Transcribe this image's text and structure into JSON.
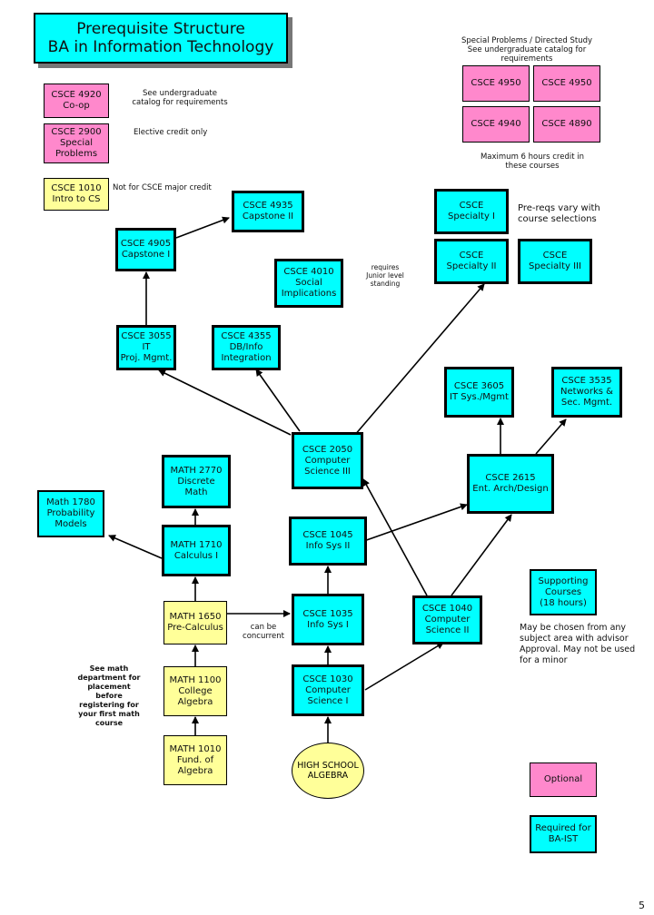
{
  "title": {
    "line1": "Prerequisite Structure",
    "line2": "BA in Information Technology"
  },
  "page_number": "5",
  "nodes": {
    "csce4920": "CSCE 4920\nCo-op",
    "csce2900": "CSCE 2900\nSpecial\nProblems",
    "csce1010": "CSCE 1010\nIntro to CS",
    "csce4935": "CSCE 4935\nCapstone II",
    "csce4905": "CSCE 4905\nCapstone I",
    "csce4010": "CSCE 4010\nSocial\nImplications",
    "csce3055": "CSCE 3055 IT\nProj. Mgmt.",
    "csce4355": "CSCE 4355\nDB/Info\nIntegration",
    "specialty1": "CSCE\nSpecialty I",
    "specialty2": "CSCE\nSpecialty II",
    "specialty3": "CSCE\nSpecialty III",
    "csce4950a": "CSCE 4950",
    "csce4950b": "CSCE 4950",
    "csce4940": "CSCE 4940",
    "csce4890": "CSCE 4890",
    "csce3605": "CSCE 3605\nIT Sys./Mgmt",
    "csce3535": "CSCE 3535\nNetworks &\nSec. Mgmt.",
    "csce2050": "CSCE 2050\nComputer\nScience III",
    "csce2615": "CSCE 2615\nEnt. Arch/Design",
    "math2770": "MATH 2770\nDiscrete\nMath",
    "math1780": "Math 1780\nProbability\nModels",
    "math1710": "MATH 1710\nCalculus I",
    "csce1045": "CSCE 1045\nInfo Sys II",
    "math1650": "MATH 1650\nPre-Calculus",
    "csce1035": "CSCE 1035\nInfo Sys I",
    "csce1040": "CSCE 1040\nComputer\nScience II",
    "math1100": "MATH 1100\nCollege\nAlgebra",
    "csce1030": "CSCE 1030\nComputer\nScience I",
    "math1010": "MATH 1010\nFund. of\nAlgebra",
    "hs_algebra": "HIGH SCHOOL\nALGEBRA",
    "supporting": "Supporting\nCourses\n(18 hours)"
  },
  "notes": {
    "co_op": "See undergraduate\ncatalog for requirements",
    "elective": "Elective credit only",
    "not_major": "Not for CSCE major credit",
    "special_header": "Special Problems / Directed Study\nSee undergraduate catalog for\nrequirements",
    "max_hours": "Maximum 6 hours credit in\nthese courses",
    "prereqs_vary": "Pre-reqs vary with\ncourse selections",
    "junior": "requires\nJunior level\nstanding",
    "concurrent": "can be\nconcurrent",
    "math_placement": "See math\ndepartment for\nplacement\nbefore\nregistering for\nyour first math\ncourse",
    "supporting_note": "May be chosen from any\nsubject area with advisor\nApproval. May not be used\nfor a minor"
  },
  "legend": {
    "optional": "Optional",
    "required": "Required for\nBA-IST"
  },
  "colors": {
    "required": "#00ffff",
    "optional": "#ff88cc",
    "math": "#ffff99"
  }
}
